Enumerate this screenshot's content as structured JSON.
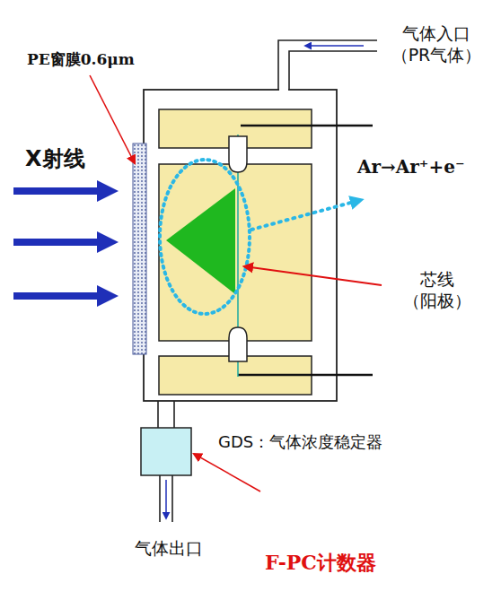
{
  "diagram": {
    "caption": "F-PC计数器",
    "labels": [
      "PE窗膜0.6μm",
      "气体入口 （PR气体）",
      "X射线",
      "Ar→Ar⁺+e⁻",
      "芯线 （阳极）",
      "GDS：气体浓度稳定器",
      "气体出口"
    ]
  }
}
